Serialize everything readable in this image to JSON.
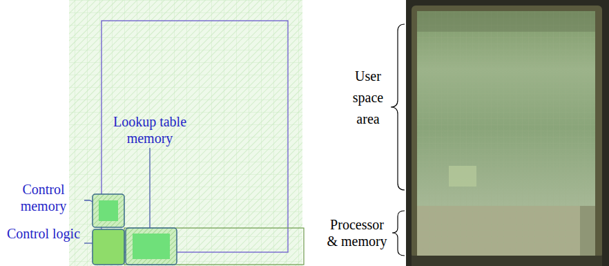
{
  "diagram": {
    "labels": [
      "Lookup table memory",
      "Control memory",
      "Control logic",
      "User space area",
      "Processor & memory"
    ]
  }
}
